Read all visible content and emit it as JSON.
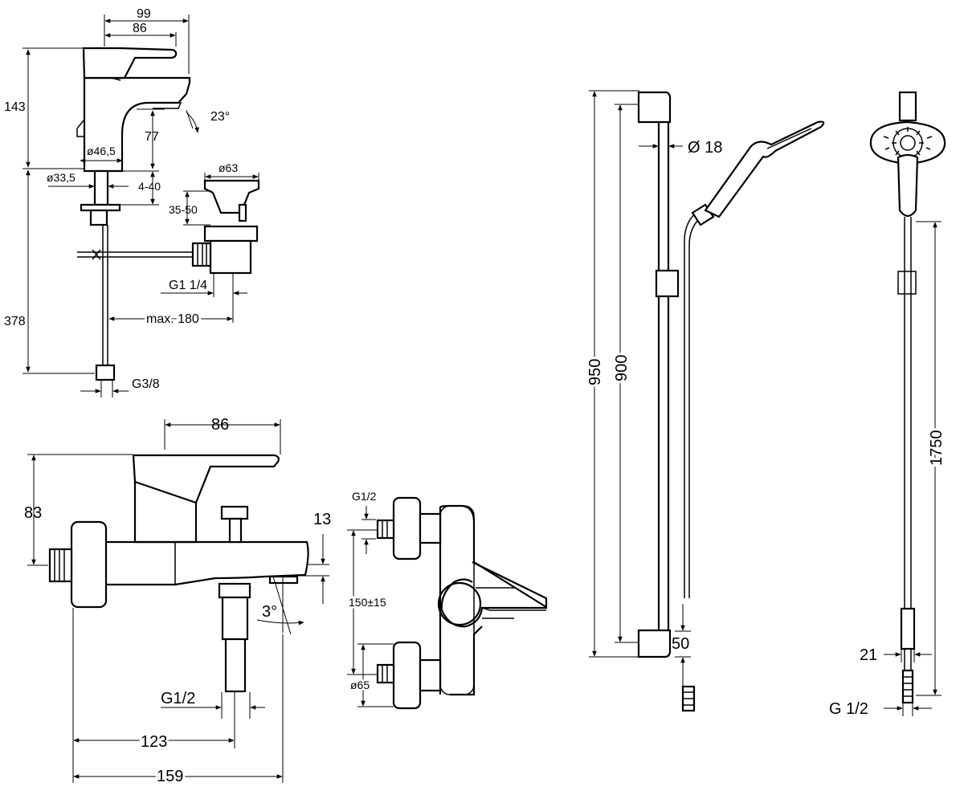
{
  "basin_mixer": {
    "dim_99": "99",
    "dim_86": "86",
    "dim_143": "143",
    "dim_23deg": "23°",
    "dim_77": "77",
    "dim_d46_5": "ø46,5",
    "dim_d33_5": "ø33,5",
    "dim_4_40": "4-40",
    "dim_d63": "ø63",
    "dim_35_50": "35-50",
    "dim_g1_1_4": "G1 1/4",
    "dim_378": "378",
    "dim_max180": "max. 180",
    "dim_g3_8": "G3/8"
  },
  "bath_mixer": {
    "dim_86": "86",
    "dim_83": "83",
    "dim_13": "13",
    "dim_3deg": "3°",
    "dim_g1_2": "G1/2",
    "dim_123": "123",
    "dim_159": "159"
  },
  "wall_connection": {
    "dim_g1_2": "G1/2",
    "dim_150": "150±15",
    "dim_d65": "ø65"
  },
  "shower_rail": {
    "dim_d18": "Ø 18",
    "dim_950": "950",
    "dim_900": "900",
    "dim_50": "50"
  },
  "shower_hose": {
    "dim_1750": "1750",
    "dim_21": "21",
    "dim_g1_2": "G 1/2"
  }
}
